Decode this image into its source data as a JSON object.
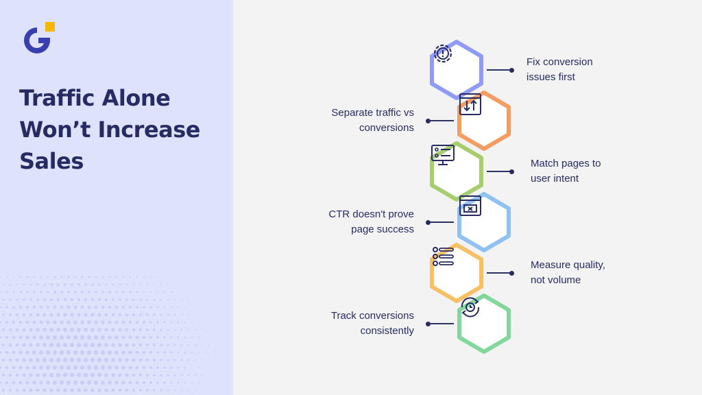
{
  "logo": {
    "name": "g-logo",
    "primary": "#3a3fb0",
    "accent": "#f5b800"
  },
  "heading": {
    "line1": "Traffic Alone",
    "line2": "Won’t Increase",
    "line3": "Sales"
  },
  "steps": [
    {
      "line1": "Fix conversion",
      "line2": "issues first",
      "color": "#8f9bf5",
      "icon": "gear-alert-icon"
    },
    {
      "line1": "Separate traffic vs",
      "line2": "conversions",
      "color": "#f39d63",
      "icon": "browser-arrows-icon"
    },
    {
      "line1": "Match pages to",
      "line2": "user intent",
      "color": "#a6cd6e",
      "icon": "monitor-users-icon"
    },
    {
      "line1": "CTR doesn't prove",
      "line2": "page success",
      "color": "#8fc2f2",
      "icon": "browser-error-icon"
    },
    {
      "line1": "Measure quality,",
      "line2": "not volume",
      "color": "#f8c064",
      "icon": "checklist-icon"
    },
    {
      "line1": "Track conversions",
      "line2": "consistently",
      "color": "#84d79c",
      "icon": "clock-cycle-icon"
    }
  ],
  "colors": {
    "text": "#262b63",
    "panel": "#dfe2fb",
    "background": "#f3f3f4"
  }
}
